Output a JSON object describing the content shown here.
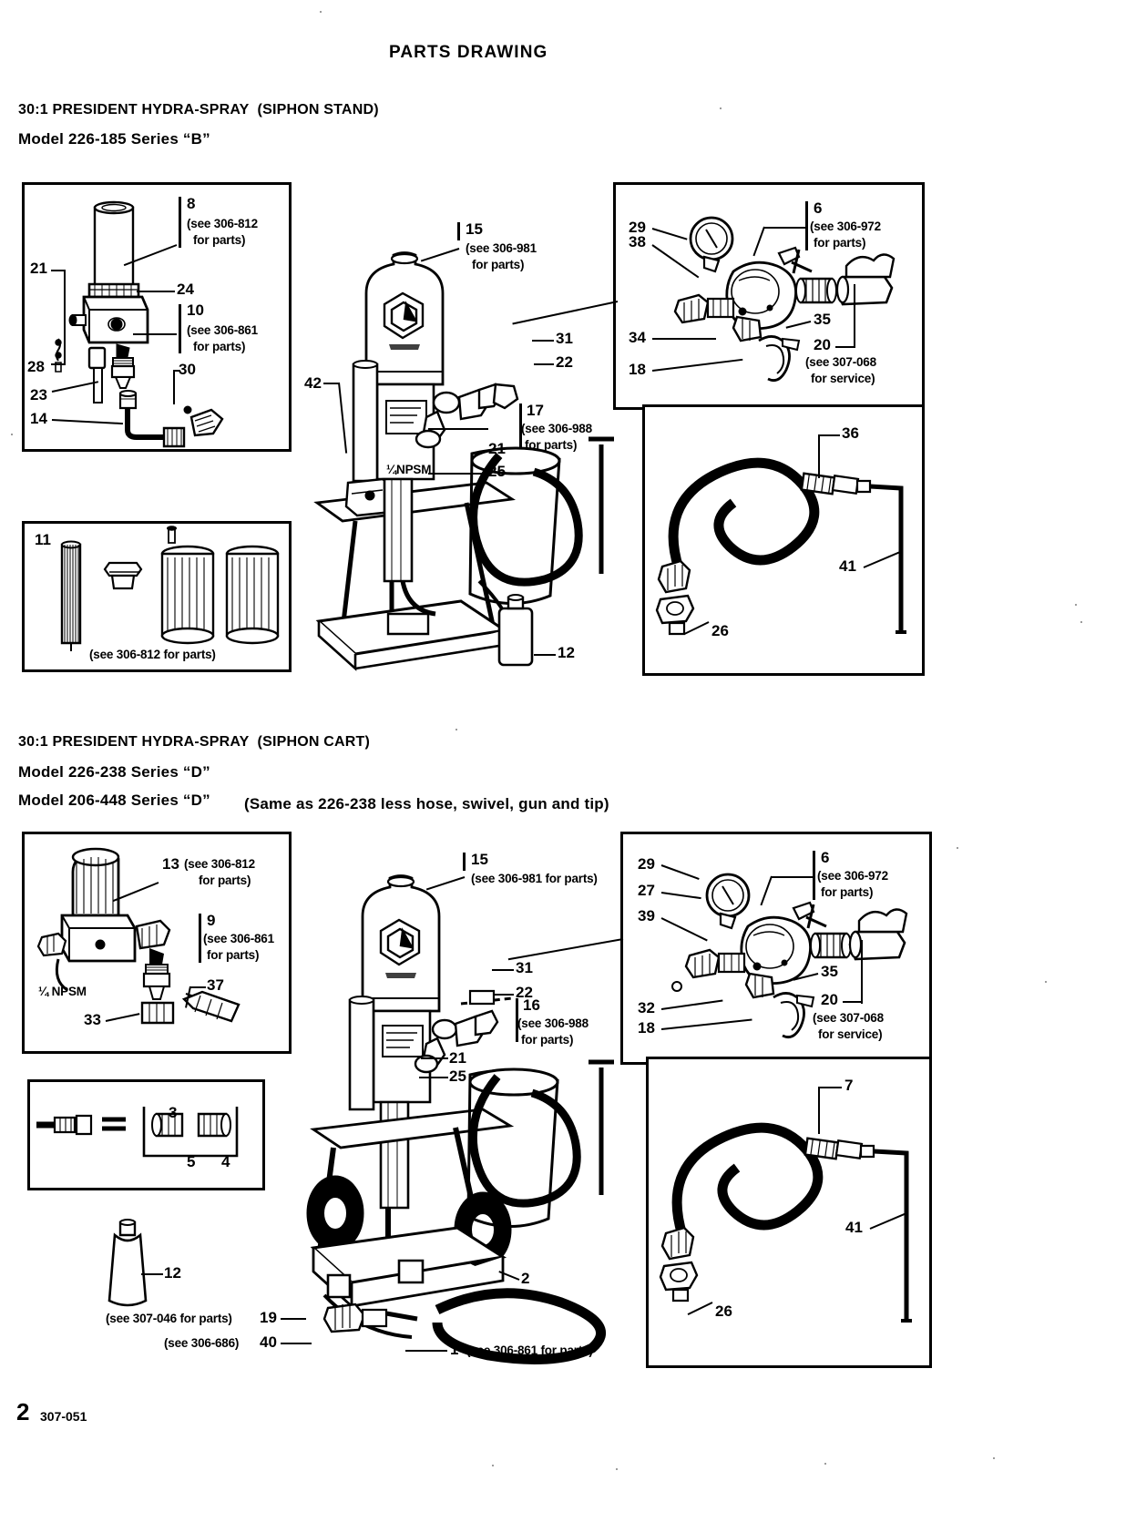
{
  "page": {
    "header_title": "PARTS DRAWING",
    "footer_page": "2",
    "footer_doc": "307-051"
  },
  "sections": [
    {
      "id": "siphon-stand",
      "title": "30:1 PRESIDENT HYDRA-SPRAY  (SIPHON STAND)",
      "models": [
        {
          "text": "Model 226-185 Series “B”",
          "note": ""
        }
      ],
      "callouts": [
        {
          "id": "8",
          "ref": "(see 306-812",
          "ref2": "for parts)"
        },
        {
          "id": "21",
          "ref": "",
          "ref2": ""
        },
        {
          "id": "24",
          "ref": "",
          "ref2": ""
        },
        {
          "id": "10",
          "ref": "(see 306-861",
          "ref2": "for parts)"
        },
        {
          "id": "28",
          "ref": "",
          "ref2": ""
        },
        {
          "id": "23",
          "ref": "",
          "ref2": ""
        },
        {
          "id": "14",
          "ref": "",
          "ref2": ""
        },
        {
          "id": "30",
          "ref": "",
          "ref2": ""
        },
        {
          "id": "11",
          "ref": "(see 306-812 for parts)",
          "ref2": ""
        },
        {
          "id": "15",
          "ref": "(see 306-981",
          "ref2": "for parts)"
        },
        {
          "id": "42",
          "ref": "",
          "ref2": ""
        },
        {
          "id": "17",
          "ref": "(see 306-988",
          "ref2": "for parts)"
        },
        {
          "id": "31",
          "ref": "",
          "ref2": ""
        },
        {
          "id": "22",
          "ref": "",
          "ref2": ""
        },
        {
          "id": "21b",
          "ref": "",
          "ref2": ""
        },
        {
          "id": "25",
          "ref": "",
          "ref2": ""
        },
        {
          "id": "12",
          "ref": "",
          "ref2": ""
        },
        {
          "id": "29",
          "ref": "",
          "ref2": ""
        },
        {
          "id": "38",
          "ref": "",
          "ref2": ""
        },
        {
          "id": "34",
          "ref": "",
          "ref2": ""
        },
        {
          "id": "18",
          "ref": "",
          "ref2": ""
        },
        {
          "id": "6",
          "ref": "(see 306-972",
          "ref2": "for parts)"
        },
        {
          "id": "35",
          "ref": "",
          "ref2": ""
        },
        {
          "id": "20",
          "ref": "(see 307-068",
          "ref2": "for service)"
        },
        {
          "id": "36",
          "ref": "",
          "ref2": ""
        },
        {
          "id": "41",
          "ref": "",
          "ref2": ""
        },
        {
          "id": "26",
          "ref": "",
          "ref2": ""
        }
      ],
      "annotations": [
        "¼NPSM"
      ]
    },
    {
      "id": "siphon-cart",
      "title": "30:1 PRESIDENT HYDRA-SPRAY  (SIPHON CART)",
      "models": [
        {
          "text": "Model 226-238 Series “D”",
          "note": ""
        },
        {
          "text": "Model 206-448 Series “D”",
          "note": "(Same as 226-238 less hose, swivel, gun and tip)"
        }
      ],
      "callouts": [
        {
          "id": "13",
          "ref": "(see 306-812",
          "ref2": "for parts)"
        },
        {
          "id": "9",
          "ref": "(see 306-861",
          "ref2": "for parts)"
        },
        {
          "id": "37",
          "ref": "",
          "ref2": ""
        },
        {
          "id": "33",
          "ref": "",
          "ref2": ""
        },
        {
          "id": "3",
          "ref": "",
          "ref2": ""
        },
        {
          "id": "5",
          "ref": "",
          "ref2": ""
        },
        {
          "id": "4",
          "ref": "",
          "ref2": ""
        },
        {
          "id": "12",
          "ref": "",
          "ref2": ""
        },
        {
          "id": "15",
          "ref": "(see 306-981 for parts)",
          "ref2": ""
        },
        {
          "id": "31",
          "ref": "",
          "ref2": ""
        },
        {
          "id": "22",
          "ref": "",
          "ref2": ""
        },
        {
          "id": "16",
          "ref": "(see 306-988",
          "ref2": "for parts)"
        },
        {
          "id": "21",
          "ref": "",
          "ref2": ""
        },
        {
          "id": "25",
          "ref": "",
          "ref2": ""
        },
        {
          "id": "2",
          "ref": "",
          "ref2": ""
        },
        {
          "id": "19",
          "ref": "(see 307-046 for parts)",
          "ref2": ""
        },
        {
          "id": "40",
          "ref": "(see 306-686)",
          "ref2": ""
        },
        {
          "id": "1",
          "ref": "(see 306-861 for parts)",
          "ref2": ""
        },
        {
          "id": "29",
          "ref": "",
          "ref2": ""
        },
        {
          "id": "27",
          "ref": "",
          "ref2": ""
        },
        {
          "id": "39",
          "ref": "",
          "ref2": ""
        },
        {
          "id": "32",
          "ref": "",
          "ref2": ""
        },
        {
          "id": "18",
          "ref": "",
          "ref2": ""
        },
        {
          "id": "6",
          "ref": "(see 306-972",
          "ref2": "for parts)"
        },
        {
          "id": "35",
          "ref": "",
          "ref2": ""
        },
        {
          "id": "20",
          "ref": "(see 307-068",
          "ref2": "for service)"
        },
        {
          "id": "7",
          "ref": "",
          "ref2": ""
        },
        {
          "id": "41",
          "ref": "",
          "ref2": ""
        },
        {
          "id": "26",
          "ref": "",
          "ref2": ""
        }
      ],
      "annotations": [
        "¼ NPSM"
      ]
    }
  ],
  "labels": {
    "s1": {
      "c8": "8",
      "c8r1": "(see 306-812",
      "c8r2": "for parts)",
      "c21": "21",
      "c24": "24",
      "c10": "10",
      "c10r1": "(see 306-861",
      "c10r2": "for parts)",
      "c28": "28",
      "c23": "23",
      "c14": "14",
      "c30": "30",
      "c11": "11",
      "c11cap": "(see 306-812 for parts)",
      "c15": "15",
      "c15r1": "(see 306-981",
      "c15r2": "for parts)",
      "c42": "42",
      "npsm": "¼NPSM",
      "c17": "17",
      "c17r1": "(see 306-988",
      "c17r2": "for parts)",
      "c31": "31",
      "c22": "22",
      "c21b": "21",
      "c25": "25",
      "c12": "12",
      "c29": "29",
      "c38": "38",
      "c34": "34",
      "c18": "18",
      "c6": "6",
      "c6r1": "(see 306-972",
      "c6r2": "for parts)",
      "c35": "35",
      "c20": "20",
      "c20r1": "(see 307-068",
      "c20r2": "for service)",
      "c36": "36",
      "c41": "41",
      "c26": "26"
    },
    "s2": {
      "c13": "13",
      "c13r0": "(see 306-812",
      "c13r2": "for parts)",
      "c9": "9",
      "c9r1": "(see 306-861",
      "c9r2": "for parts)",
      "c37": "37",
      "c33": "33",
      "npsm": "¼ NPSM",
      "c3": "3",
      "c5": "5",
      "c4": "4",
      "c12": "12",
      "c15": "15",
      "c15r1": "(see 306-981 for parts)",
      "c31": "31",
      "c22": "22",
      "c16": "16",
      "c16r1": "(see 306-988",
      "c16r2": "for parts)",
      "c21": "21",
      "c25": "25",
      "c2": "2",
      "c19": "19",
      "c19cap": "(see 307-046 for parts)",
      "c40": "40",
      "c40cap": "(see 306-686)",
      "c1": "1",
      "c1cap": "(see 306-861 for parts)",
      "c29": "29",
      "c27": "27",
      "c39": "39",
      "c32": "32",
      "c18": "18",
      "c6": "6",
      "c6r1": "(see 306-972",
      "c6r2": "for parts)",
      "c35": "35",
      "c20": "20",
      "c20r1": "(see 307-068",
      "c20r2": "for service)",
      "c7": "7",
      "c41": "41",
      "c26": "26"
    }
  }
}
